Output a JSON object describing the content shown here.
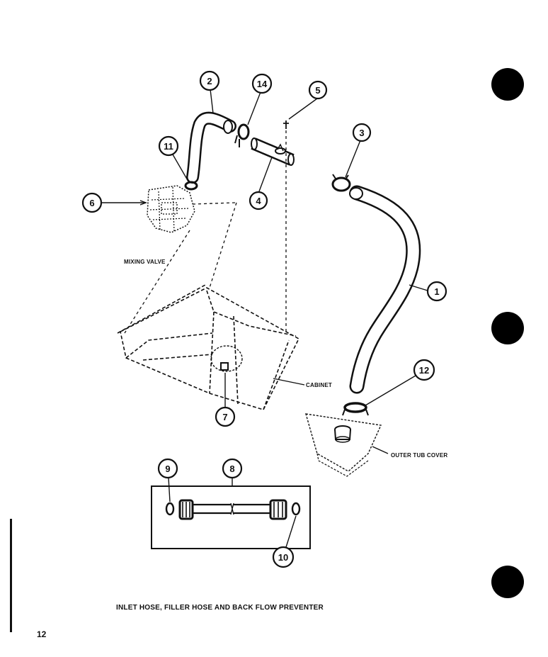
{
  "page": {
    "caption": "INLET HOSE, FILLER HOSE AND BACK FLOW PREVENTER",
    "page_number": "12"
  },
  "labels": {
    "mixing_valve": "MIXING VALVE",
    "cabinet": "CABINET",
    "outer_tub_cover": "OUTER TUB COVER"
  },
  "callouts": [
    "1",
    "2",
    "3",
    "4",
    "5",
    "6",
    "7",
    "8",
    "9",
    "10",
    "11",
    "12",
    "14"
  ],
  "colors": {
    "ink": "#111111",
    "paper": "#ffffff"
  }
}
